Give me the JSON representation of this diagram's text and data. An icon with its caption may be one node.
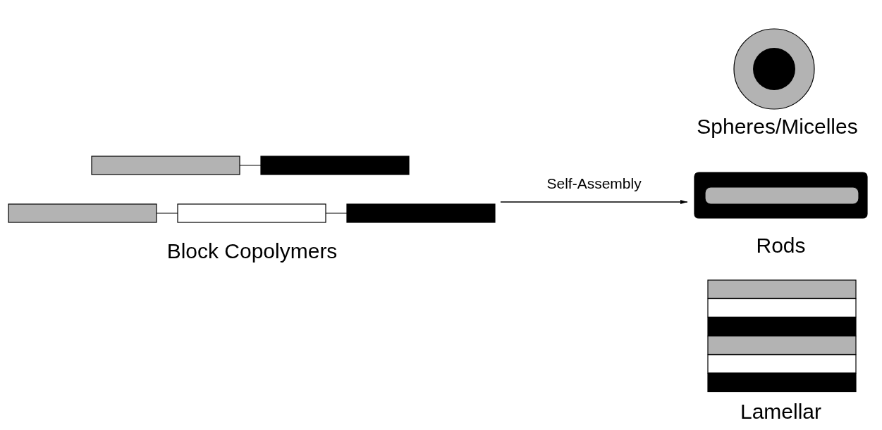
{
  "diagram": {
    "nodes": [
      {
        "text": [
          "Block Copolymers"
        ]
      },
      {
        "text": [
          "Spheres/Micelles"
        ]
      },
      {
        "text": [
          "Rods"
        ]
      },
      {
        "text": [
          "Lamellar"
        ]
      }
    ],
    "edges": [
      {
        "from": 0,
        "to": 2,
        "arrow": "to",
        "label": "Self-Assembly"
      }
    ]
  }
}
